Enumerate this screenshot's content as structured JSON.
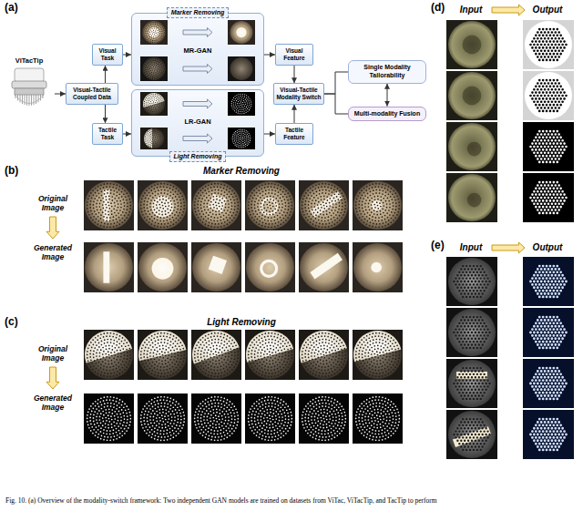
{
  "diagram": {
    "caption": "Fig. 10. (a) Overview of the modality-switch framework: Two independent GAN models are trained on datasets from ViTac, ViTacTip, and TacTip to perform",
    "nodes": [
      {
        "text": [
          "ViTacTip"
        ]
      },
      {
        "text": [
          "Visual-Tactile Coupled Data"
        ]
      },
      {
        "text": [
          "Visual Task"
        ]
      },
      {
        "text": [
          "Tactile Task"
        ]
      },
      {
        "text": [
          "Marker Removing",
          "MR-GAN"
        ]
      },
      {
        "text": [
          "LR-GAN",
          "Light Removing"
        ]
      },
      {
        "text": [
          "Visual Feature"
        ]
      },
      {
        "text": [
          "Tactile Feature"
        ]
      },
      {
        "text": [
          "Visual-Tactile Modality Switch"
        ]
      },
      {
        "text": [
          "Single Modality Tailorability"
        ]
      },
      {
        "text": [
          "Multi-modality Fusion"
        ]
      }
    ],
    "edges": [
      {
        "from": 0,
        "to": 1,
        "arrow": "to"
      },
      {
        "from": 1,
        "to": 2,
        "arrow": "to"
      },
      {
        "from": 1,
        "to": 3,
        "arrow": "to"
      },
      {
        "from": 2,
        "to": 4,
        "arrow": "to"
      },
      {
        "from": 3,
        "to": 5,
        "arrow": "to"
      },
      {
        "from": 4,
        "to": 6,
        "arrow": "to"
      },
      {
        "from": 5,
        "to": 7,
        "arrow": "to"
      },
      {
        "from": 6,
        "to": 8,
        "arrow": "to"
      },
      {
        "from": 7,
        "to": 8,
        "arrow": "to"
      },
      {
        "from": 8,
        "to": 9,
        "arrow": "none"
      },
      {
        "from": 8,
        "to": 10,
        "arrow": "none"
      },
      {
        "from": 9,
        "to": 10,
        "arrow": "both"
      }
    ],
    "labels": [
      "(a)",
      "(d)",
      "Input",
      "Output",
      "(b)",
      "Marker Removing",
      "Original Image",
      "Generated Image",
      "(e)",
      "Input",
      "Output",
      "(c)",
      "Light Removing",
      "Original Image",
      "Generated Image"
    ]
  }
}
